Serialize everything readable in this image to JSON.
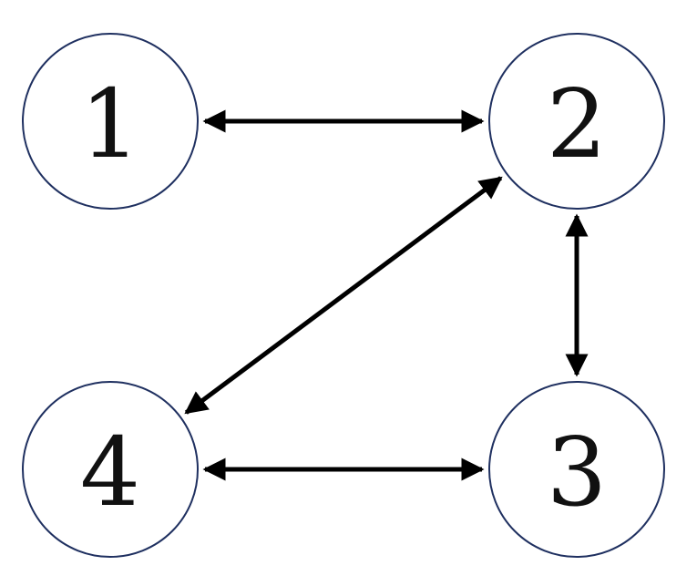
{
  "colors": {
    "node_stroke": "#1f3060",
    "edge": "#000000",
    "label": "#111111"
  },
  "nodes": [
    {
      "id": "1",
      "label": "1"
    },
    {
      "id": "2",
      "label": "2"
    },
    {
      "id": "3",
      "label": "3"
    },
    {
      "id": "4",
      "label": "4"
    }
  ],
  "edges": [
    {
      "from": "1",
      "to": "2",
      "bidirectional": true
    },
    {
      "from": "2",
      "to": "3",
      "bidirectional": true
    },
    {
      "from": "2",
      "to": "4",
      "bidirectional": true
    },
    {
      "from": "4",
      "to": "3",
      "bidirectional": true
    }
  ]
}
